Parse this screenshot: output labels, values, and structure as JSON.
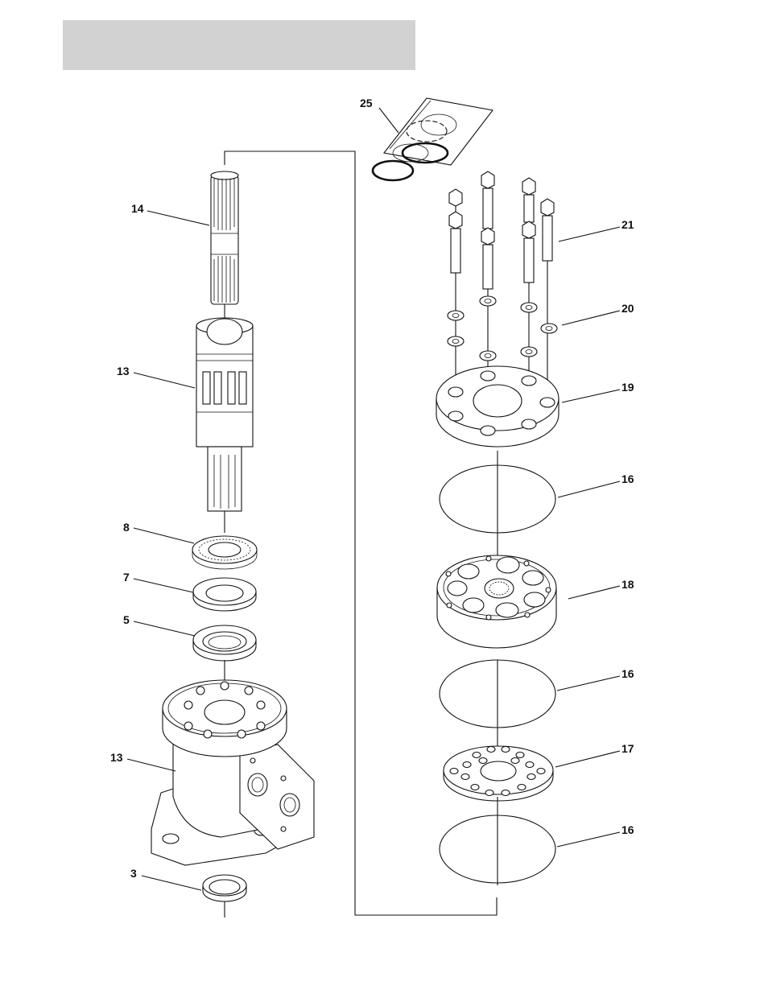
{
  "header": {
    "title": ""
  },
  "callouts": {
    "c25": "25",
    "c14": "14",
    "c21": "21",
    "c20": "20",
    "c13a": "13",
    "c19": "19",
    "c16a": "16",
    "c8": "8",
    "c18": "18",
    "c7": "7",
    "c5": "5",
    "c16b": "16",
    "c13b": "13",
    "c17": "17",
    "c16c": "16",
    "c3": "3"
  }
}
